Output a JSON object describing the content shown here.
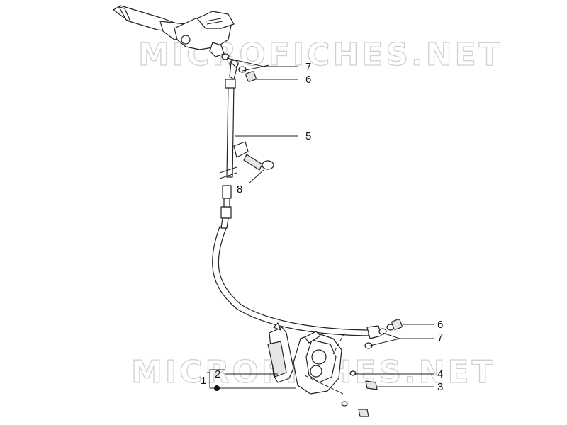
{
  "watermark": {
    "text": "MICROFICHES.NET"
  },
  "callouts": {
    "c1": "1",
    "c2": "2",
    "c3": "3",
    "c4": "4",
    "c5": "5",
    "c6_top": "6",
    "c6_bottom": "6",
    "c7_top": "7",
    "c7_bottom": "7",
    "c8": "8"
  }
}
